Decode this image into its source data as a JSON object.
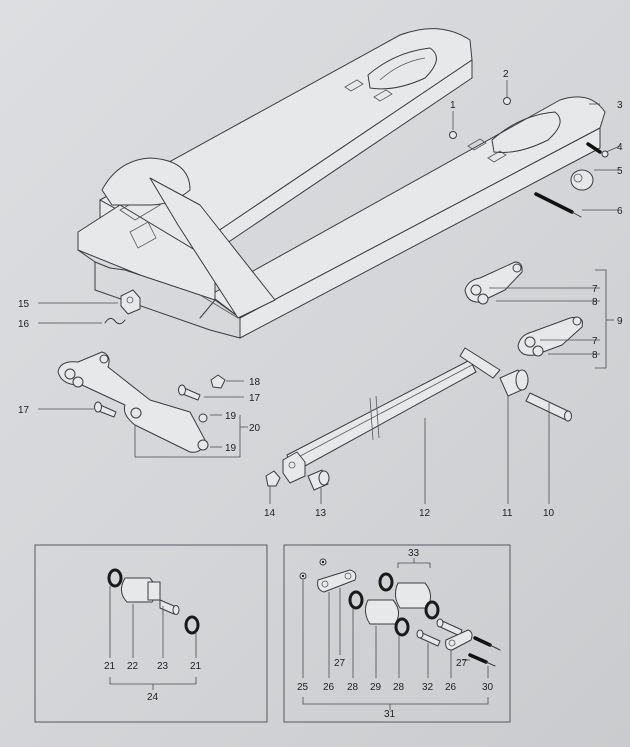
{
  "callouts": {
    "c1": "1",
    "c2": "2",
    "c3": "3",
    "c4": "4",
    "c5": "5",
    "c6": "6",
    "c7a": "7",
    "c8a": "8",
    "c9": "9",
    "c7b": "7",
    "c8b": "8",
    "c15": "15",
    "c16": "16",
    "c18": "18",
    "c17a": "17",
    "c17b": "17",
    "c19a": "19",
    "c20": "20",
    "c19b": "19",
    "c14": "14",
    "c13": "13",
    "c12": "12",
    "c11": "11",
    "c10": "10",
    "c33": "33",
    "c21a": "21",
    "c22": "22",
    "c23": "23",
    "c21b": "21",
    "c24": "24",
    "c27a": "27",
    "c27b": "27",
    "c25": "25",
    "c26a": "26",
    "c28a": "28",
    "c29": "29",
    "c28b": "28",
    "c32": "32",
    "c26b": "26",
    "c30": "30",
    "c31": "31"
  }
}
